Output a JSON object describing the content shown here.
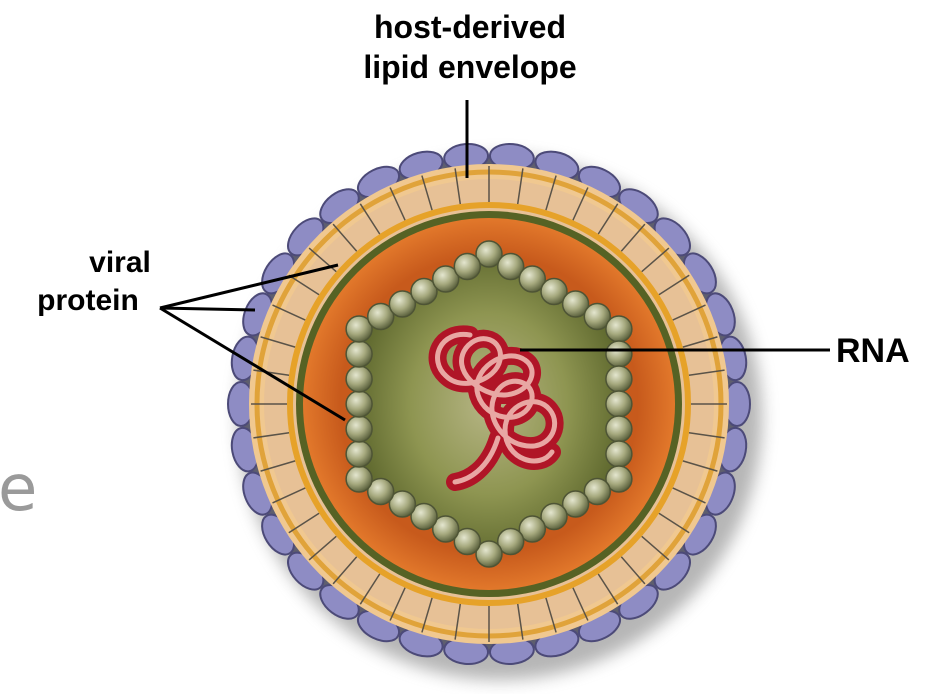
{
  "labels": {
    "envelope_line1": "host-derived",
    "envelope_line2": "lipid envelope",
    "protein_line1": "viral",
    "protein_line2": "protein",
    "rna": "RNA"
  },
  "fragment_text": "e",
  "colors": {
    "spike": "#8e8cc4",
    "spike_edge": "#4c4a78",
    "lipid_outer": "#e9c49a",
    "lipid_stripe": "#e0a33a",
    "green_band": "#4f5a26",
    "matrix": "#d1621f",
    "capsid_bead": "#a9ac84",
    "core": "#7f8a43",
    "rna": "#b01527",
    "rna_highlight": "#e8a7a3"
  },
  "icons": {
    "virion": "virus-particle-icon",
    "rna": "rna-strand-icon"
  }
}
